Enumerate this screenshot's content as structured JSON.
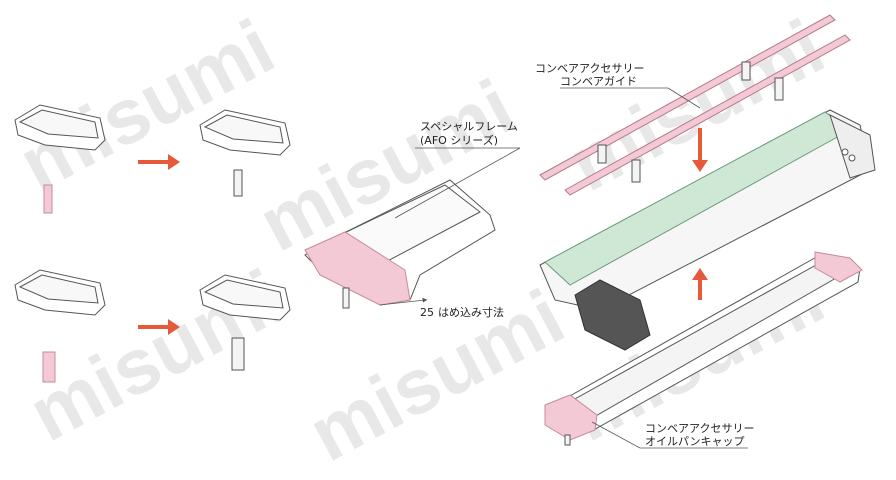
{
  "watermark": {
    "text": "misumi"
  },
  "labels": {
    "special_frame_line1": "スペシャルフレーム",
    "special_frame_line2": "(AFO シリーズ)",
    "insert_dim_value": "25",
    "insert_dim_text": "はめ込み寸法",
    "guide_line1": "コンベアアクセサリー",
    "guide_line2": "コンベアガイド",
    "cap_line1": "コンベアアクセサリー",
    "cap_line2": "オイルパンキャップ"
  },
  "colors": {
    "accent_pink": "#f2c9d4",
    "accent_pink_stroke": "#c88a9b",
    "belt_green": "#cfe8d6",
    "arrow_red": "#e65a3a",
    "line": "#555555"
  },
  "icons": [
    "arrow-right-icon",
    "arrow-down-icon",
    "arrow-up-icon"
  ]
}
